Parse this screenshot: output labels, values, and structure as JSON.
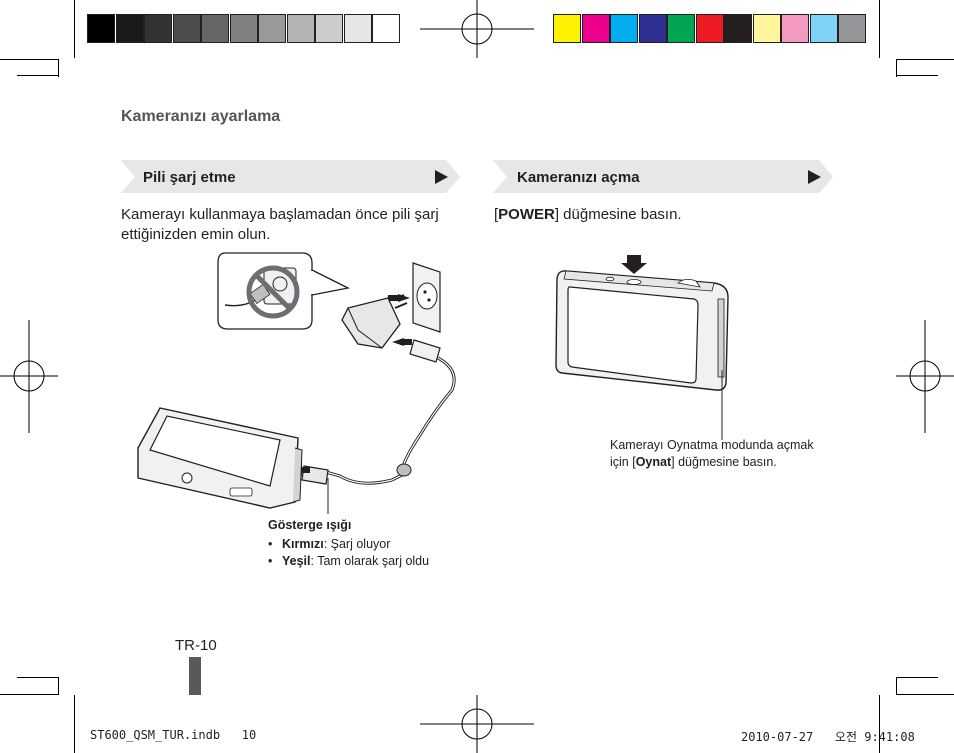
{
  "header": {
    "section_title": "Kameranızı ayarlama"
  },
  "color_bars": {
    "gray": [
      "#000000",
      "#1a1a1a",
      "#333333",
      "#4d4d4d",
      "#666666",
      "#808080",
      "#999999",
      "#b3b3b3",
      "#cccccc",
      "#e6e6e6",
      "#ffffff"
    ],
    "process": [
      "#fff200",
      "#ec008c",
      "#00aeef",
      "#2e3192",
      "#00a651",
      "#ed1c24",
      "#231f20",
      "#fff799",
      "#f49ac1",
      "#7fd3f7",
      "#939598"
    ]
  },
  "left": {
    "banner_label": "Pili şarj etme",
    "intro_text": "Kamerayı kullanmaya başlamadan önce pili şarj ettiğinizden emin olun.",
    "indicator": {
      "title": "Gösterge ışığı",
      "items": [
        {
          "term": "Kırmızı",
          "desc": ": Şarj oluyor"
        },
        {
          "term": "Yeşil",
          "desc": ": Tam olarak şarj oldu"
        }
      ]
    }
  },
  "right": {
    "banner_label": "Kameranızı açma",
    "instruction_pre": "[",
    "instruction_key": "POWER",
    "instruction_post": "] düğmesine basın.",
    "callout_line1": "Kamerayı Oynatma modunda açmak",
    "callout_pre": "için [",
    "callout_key": "Oynat",
    "callout_post": "] düğmesine basın."
  },
  "footer": {
    "page_number": "TR-10",
    "slug_file": "ST600_QSM_TUR.indb   10",
    "slug_date": "2010-07-27   오전 9:41:08"
  }
}
